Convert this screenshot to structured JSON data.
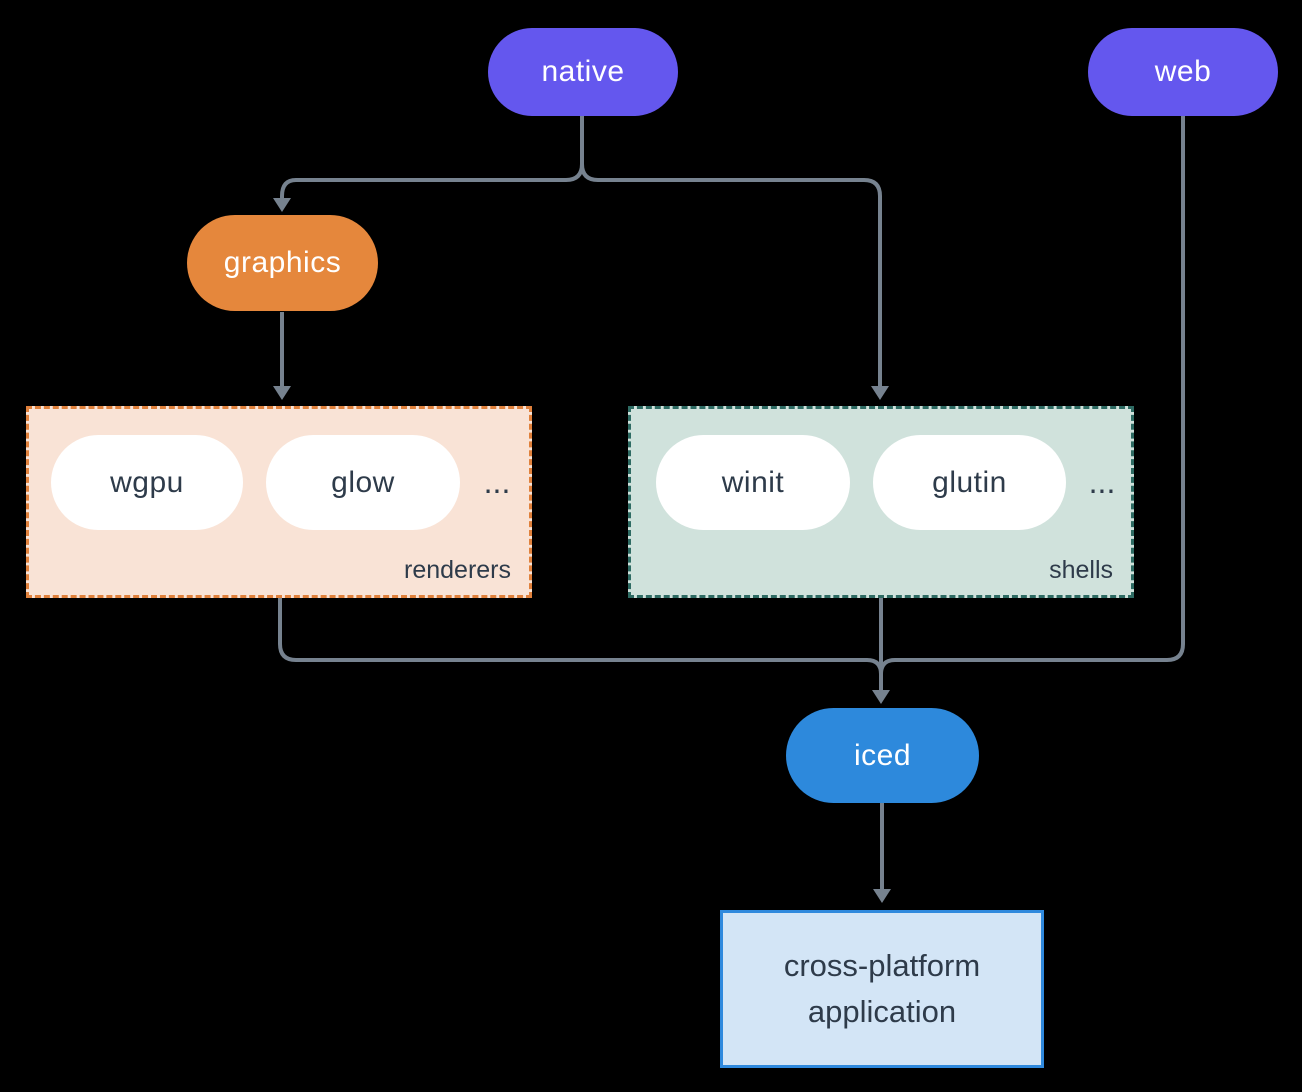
{
  "colors": {
    "background": "#000000",
    "node_purple": "#6457ee",
    "node_orange": "#e5873c",
    "node_blue": "#2d89dc",
    "renderers_fill": "#f9e3d6",
    "renderers_border": "#e0813c",
    "shells_fill": "#d0e2dc",
    "shells_border": "#2e6b63",
    "application_fill": "#d3e5f6",
    "application_border": "#2f89dd",
    "connector": "#76828f",
    "text_dark": "#2e3b4a",
    "text_light": "#ffffff"
  },
  "nodes": {
    "native": "native",
    "web": "web",
    "graphics": "graphics",
    "iced": "iced"
  },
  "groups": {
    "renderers": {
      "label": "renderers",
      "items": [
        "wgpu",
        "glow"
      ],
      "more": "..."
    },
    "shells": {
      "label": "shells",
      "items": [
        "winit",
        "glutin"
      ],
      "more": "..."
    }
  },
  "application": {
    "lines": [
      "cross-platform",
      "application"
    ]
  }
}
